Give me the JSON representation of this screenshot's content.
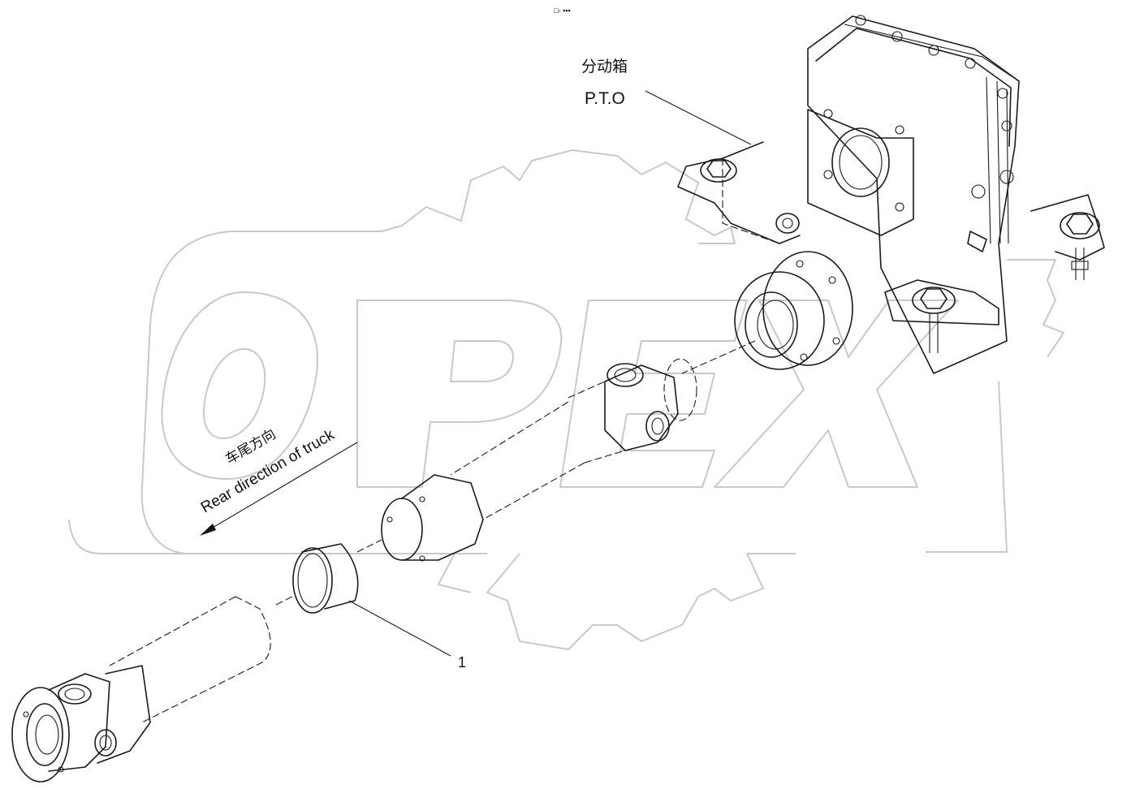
{
  "labels": {
    "pto_cn": "分动箱",
    "pto_en": "P.T.O",
    "rear_cn": "车尾方向",
    "rear_en": "Rear direction of truck",
    "part_callout": "1",
    "header_mark": "□▫ ▪▪▪"
  },
  "watermark": {
    "text": "OPEX"
  },
  "colors": {
    "line": "#1a1a1a",
    "watermark": "#c8c8c8",
    "background": "#ffffff"
  }
}
